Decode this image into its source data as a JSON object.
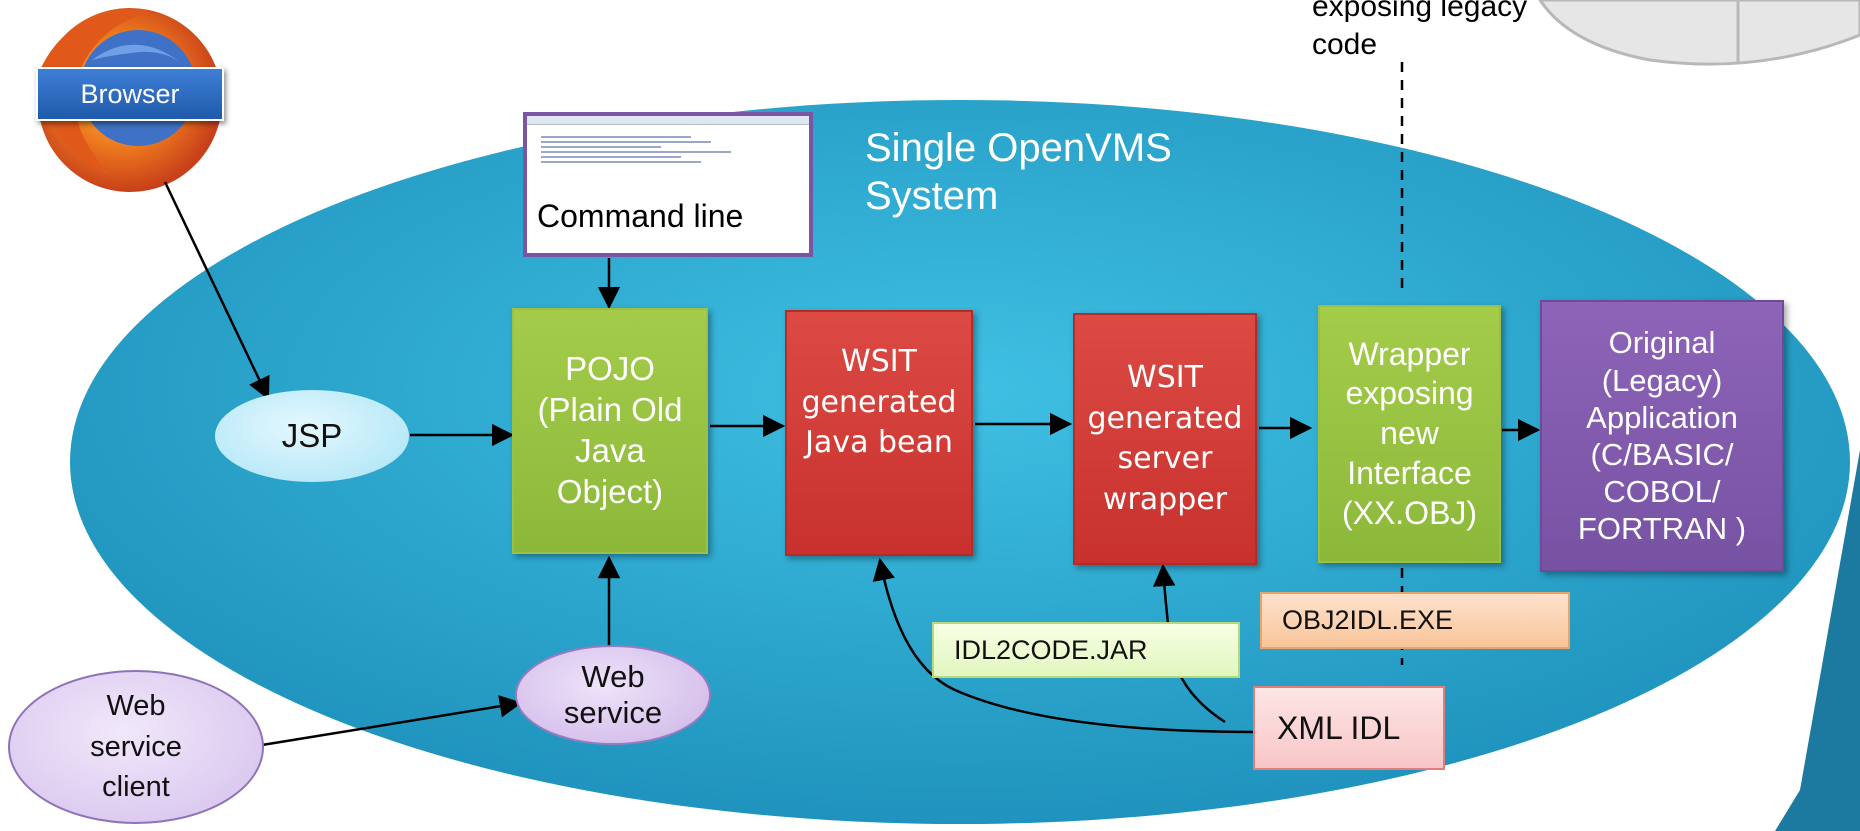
{
  "top_label": "exposing legacy\ncode",
  "system_label": "Single OpenVMS\nSystem",
  "browser_label": "Browser",
  "command_line_label": "Command line",
  "nodes": {
    "jsp": "JSP",
    "pojo": "POJO\n(Plain Old\nJava\nObject)",
    "wsit_bean": "WSIT\ngenerated\nJava bean",
    "wsit_server": "WSIT\ngenerated\nserver\nwrapper",
    "wrapper": "Wrapper\nexposing\nnew\nInterface\n(XX.OBJ)",
    "original": "Original\n(Legacy)\nApplication\n(C/BASIC/\nCOBOL/\nFORTRAN )",
    "web_service": "Web\nservice",
    "web_service_client": "Web\nservice\nclient"
  },
  "tools": {
    "idl2code": "IDL2CODE.JAR",
    "obj2idl": "OBJ2IDL.EXE",
    "xml_idl": "XML IDL"
  },
  "colors": {
    "system_ellipse": "#2ea9cf",
    "green_box": "#94bf3f",
    "red_box": "#d03a35",
    "purple_box": "#7d57a8",
    "jsp_ellipse": "#bfeefb",
    "web_service_ellipse": "#dcc8ee",
    "idl2code_tag": "#eefbd2",
    "obj2idl_tag": "#fcd3b0",
    "xml_idl_tag": "#fbd3d3"
  }
}
